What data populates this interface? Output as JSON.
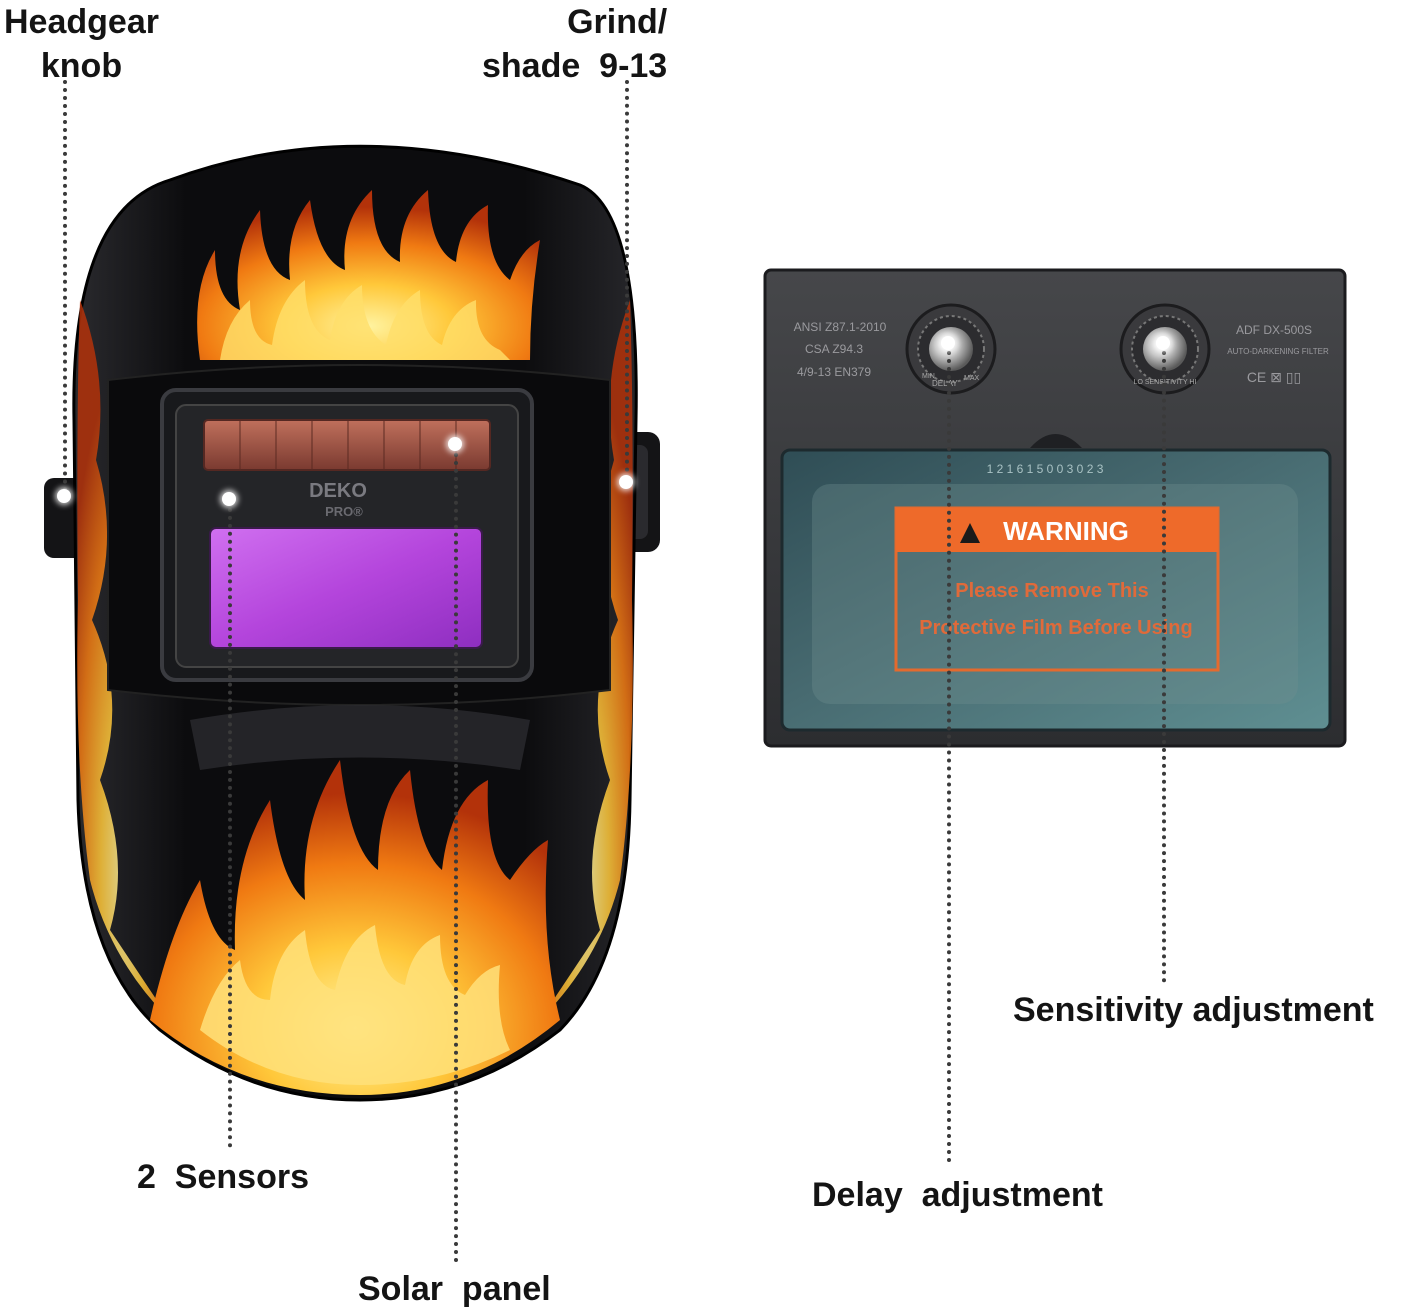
{
  "callouts": {
    "headgear_knob": "Headgear\nknob",
    "grind_shade": "Grind/\nshade  9-13",
    "two_sensors": "2  Sensors",
    "solar_panel": "Solar  panel",
    "sensitivity_adjustment": "Sensitivity adjustment",
    "delay_adjustment": "Delay  adjustment"
  },
  "helmet": {
    "brand": "DEKO",
    "sub_brand": "PRO®"
  },
  "filter": {
    "standards_line1": "ANSI Z87.1-2010",
    "standards_line2": "CSA Z94.3",
    "standards_line3": "4/9-13 EN379",
    "model": "ADF DX-500S",
    "model_subtitle": "AUTO-DARKENING FILTER",
    "certification_marks": "CE ⊠ ▯▯",
    "delay_knob_min": "MIN",
    "delay_knob_name": "DELAY",
    "delay_knob_max": "MAX",
    "sensitivity_knob_text": "LO  SENSITIVITY  HI",
    "serial_number": "1 2 1 6 1 5 0 0 3 0 2 3",
    "warning_title": "WARNING",
    "warning_line1": "Please Remove This",
    "warning_line2": "Protective Film Before Using"
  },
  "colors": {
    "flame_orange": "#f07a12",
    "flame_yellow": "#ffd23a",
    "helmet_black": "#0b0b0d",
    "lens_purple": "#c050e0",
    "warning_orange": "#ee6a2a",
    "filter_body": "#3a3b3e"
  }
}
